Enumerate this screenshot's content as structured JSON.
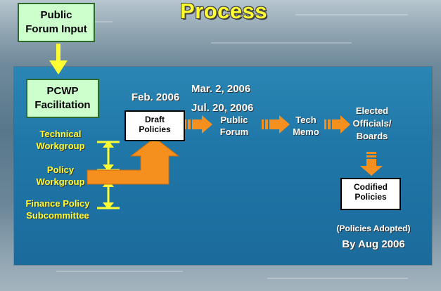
{
  "title": "Process",
  "public_forum_input": [
    "Public",
    "Forum Input"
  ],
  "pcwp_facilitation": [
    "PCWP",
    "Facilitation"
  ],
  "workgroups": {
    "technical": [
      "Technical",
      "Workgroup"
    ],
    "policy": [
      "Policy",
      "Workgroup"
    ],
    "finance": [
      "Finance Policy",
      "Subcommittee"
    ]
  },
  "draft": {
    "date": "Feb. 2006",
    "label": [
      "Draft",
      "Policies"
    ]
  },
  "public_forum": {
    "dates": [
      "Mar. 2, 2006",
      "Jul. 20, 2006"
    ],
    "label": [
      "Public",
      "Forum"
    ]
  },
  "tech_memo": [
    "Tech",
    "Memo"
  ],
  "elected": [
    "Elected",
    "Officials/",
    "Boards"
  ],
  "codified": [
    "Codified",
    "Policies"
  ],
  "adopted_note": "(Policies Adopted)",
  "adopted_date": "By Aug 2006",
  "colors": {
    "yellow": "#ffff33",
    "green_box": "#ccffcc",
    "arrow_orange": "#f5901e",
    "panel_blue": "#1f77a8"
  }
}
